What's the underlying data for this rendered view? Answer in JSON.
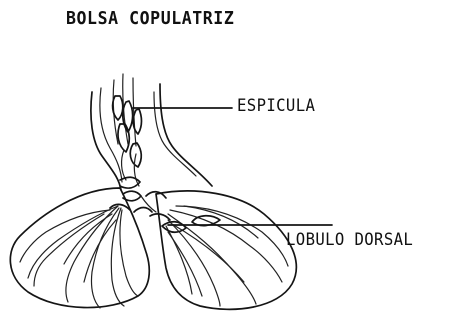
{
  "title": "BOLSA COPULATRIZ",
  "labels": {
    "espicula": "ESPICULA",
    "lobulo_dorsal": "LOBULO DORSAL"
  },
  "colors": {
    "ink": "#151515",
    "background": "#ffffff"
  }
}
